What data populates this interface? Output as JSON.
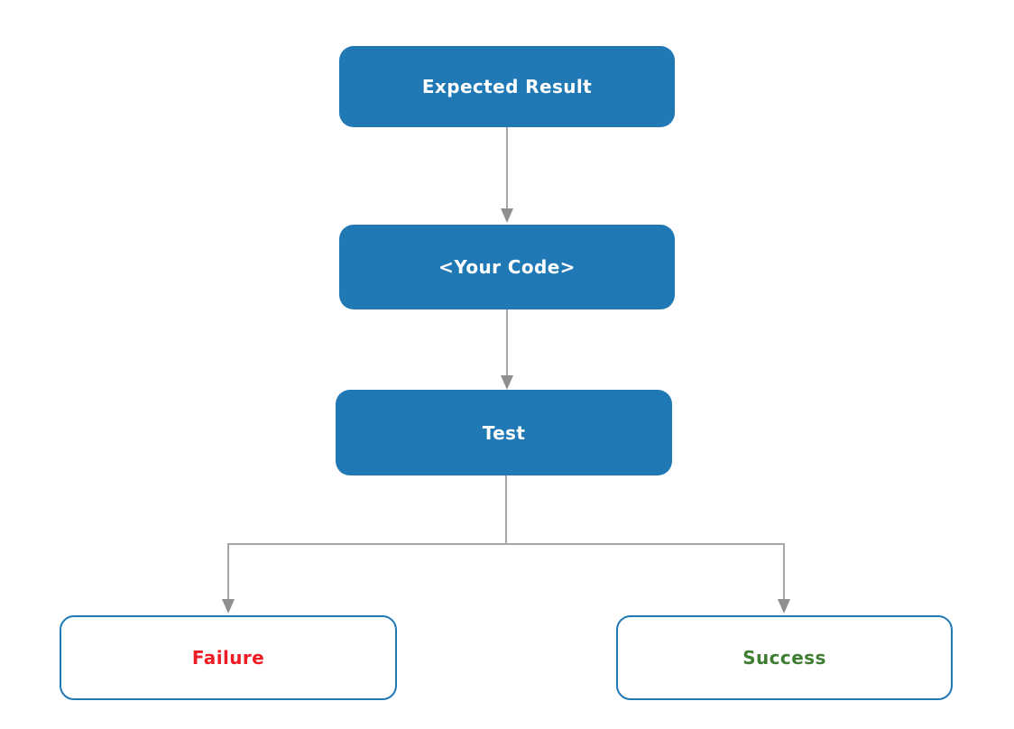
{
  "colors": {
    "node_fill": "#2079b5",
    "node_text": "#ffffff",
    "outline_border": "#2079b5",
    "outline_fill": "#ffffff",
    "failure_text": "#ed1c24",
    "success_text": "#3e7d32",
    "edge_line": "#a6a6a6",
    "edge_head": "#8f8f8f",
    "background": "#ffffff"
  },
  "nodes": [
    {
      "id": "expected-result",
      "label": "Expected Result",
      "style": "filled"
    },
    {
      "id": "your-code",
      "label": "<Your Code>",
      "style": "filled"
    },
    {
      "id": "test",
      "label": "Test",
      "style": "filled"
    },
    {
      "id": "failure",
      "label": "Failure",
      "style": "outlined",
      "text_color": "#ed1c24"
    },
    {
      "id": "success",
      "label": "Success",
      "style": "outlined",
      "text_color": "#3e7d32"
    }
  ],
  "edges": [
    {
      "from": "expected-result",
      "to": "your-code"
    },
    {
      "from": "your-code",
      "to": "test"
    },
    {
      "from": "test",
      "to": "failure"
    },
    {
      "from": "test",
      "to": "success"
    }
  ]
}
